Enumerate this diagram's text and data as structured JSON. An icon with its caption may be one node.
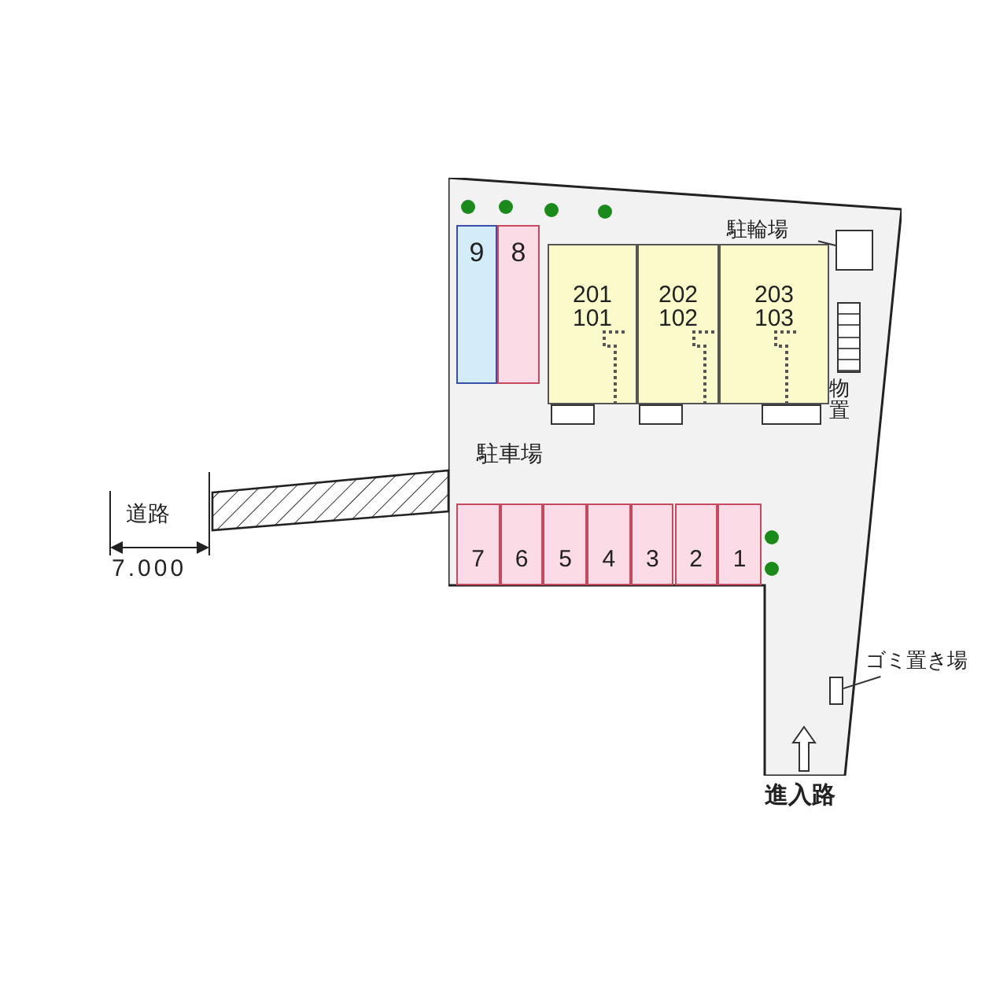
{
  "diagram": {
    "nodes": [
      {
        "text": [
          "駐車場"
        ]
      },
      {
        "text": [
          "9"
        ],
        "in": 0
      },
      {
        "text": [
          "8"
        ],
        "in": 0
      },
      {
        "text": [
          "201",
          "101"
        ],
        "in": 0
      },
      {
        "text": [
          "202",
          "102"
        ],
        "in": 0
      },
      {
        "text": [
          "203",
          "103"
        ],
        "in": 0
      },
      {
        "text": [
          "駐輪場"
        ],
        "in": 0
      },
      {
        "text": [],
        "shape": "box",
        "in": 0
      },
      {
        "text": [
          "物置"
        ],
        "in": 0
      },
      {
        "text": [
          "7"
        ],
        "in": 0
      },
      {
        "text": [
          "6"
        ],
        "in": 0
      },
      {
        "text": [
          "5"
        ],
        "in": 0
      },
      {
        "text": [
          "4"
        ],
        "in": 0
      },
      {
        "text": [
          "3"
        ],
        "in": 0
      },
      {
        "text": [
          "2"
        ],
        "in": 0
      },
      {
        "text": [
          "1"
        ],
        "in": 0
      },
      {
        "text": [],
        "shape": "box",
        "in": 0
      },
      {
        "text": [
          "ゴミ置き場"
        ]
      },
      {
        "text": [],
        "shape": "bar"
      }
    ],
    "edges": [
      {
        "from": 6,
        "to": 7,
        "arrow": "none"
      },
      {
        "from": 17,
        "to": 16,
        "arrow": "none"
      }
    ],
    "labels": [
      "道路",
      "7.000",
      "進入路"
    ]
  }
}
